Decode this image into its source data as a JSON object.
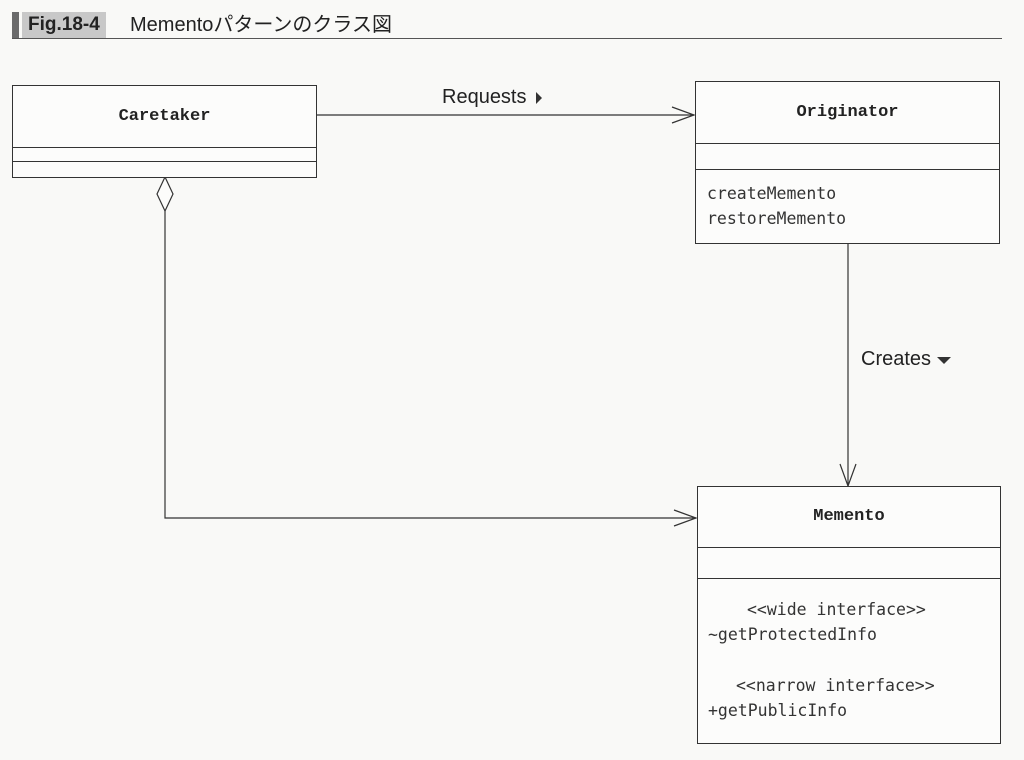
{
  "figure": {
    "number": "Fig.18-4",
    "title": "Mementoパターンのクラス図"
  },
  "classes": {
    "caretaker": {
      "name": "Caretaker"
    },
    "originator": {
      "name": "Originator",
      "operations": [
        "createMemento",
        "restoreMemento"
      ]
    },
    "memento": {
      "name": "Memento",
      "stereotype_wide": "<<wide interface>>",
      "op_wide": "~getProtectedInfo",
      "stereotype_narrow": "<<narrow interface>>",
      "op_narrow": "+getPublicInfo"
    }
  },
  "associations": {
    "requests": "Requests",
    "creates": "Creates"
  }
}
